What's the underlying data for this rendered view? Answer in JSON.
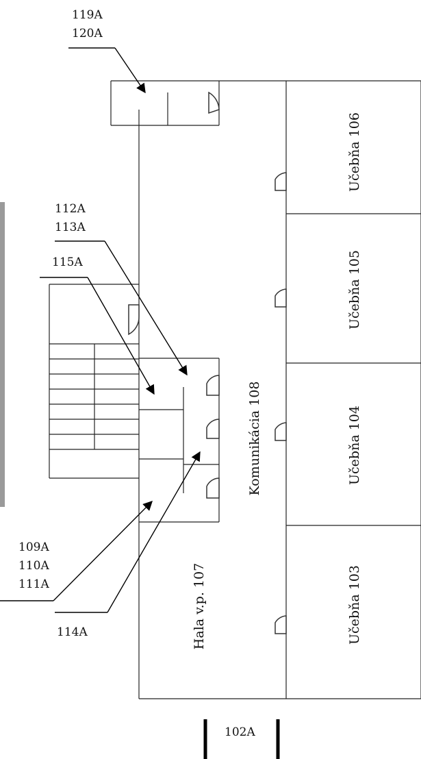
{
  "rooms": {
    "r106": "Učebňa 106",
    "r105": "Učebňa 105",
    "r104": "Učebňa 104",
    "r103": "Učebňa 103",
    "corridor": "Komunikácia 108",
    "hall": "Hala v.p. 107"
  },
  "labels": {
    "l119": "119A",
    "l120": "120A",
    "l112": "112A",
    "l113": "113A",
    "l115": "115A",
    "l109": "109A",
    "l110": "110A",
    "l111": "111A",
    "l114": "114A",
    "l102": "102A"
  }
}
